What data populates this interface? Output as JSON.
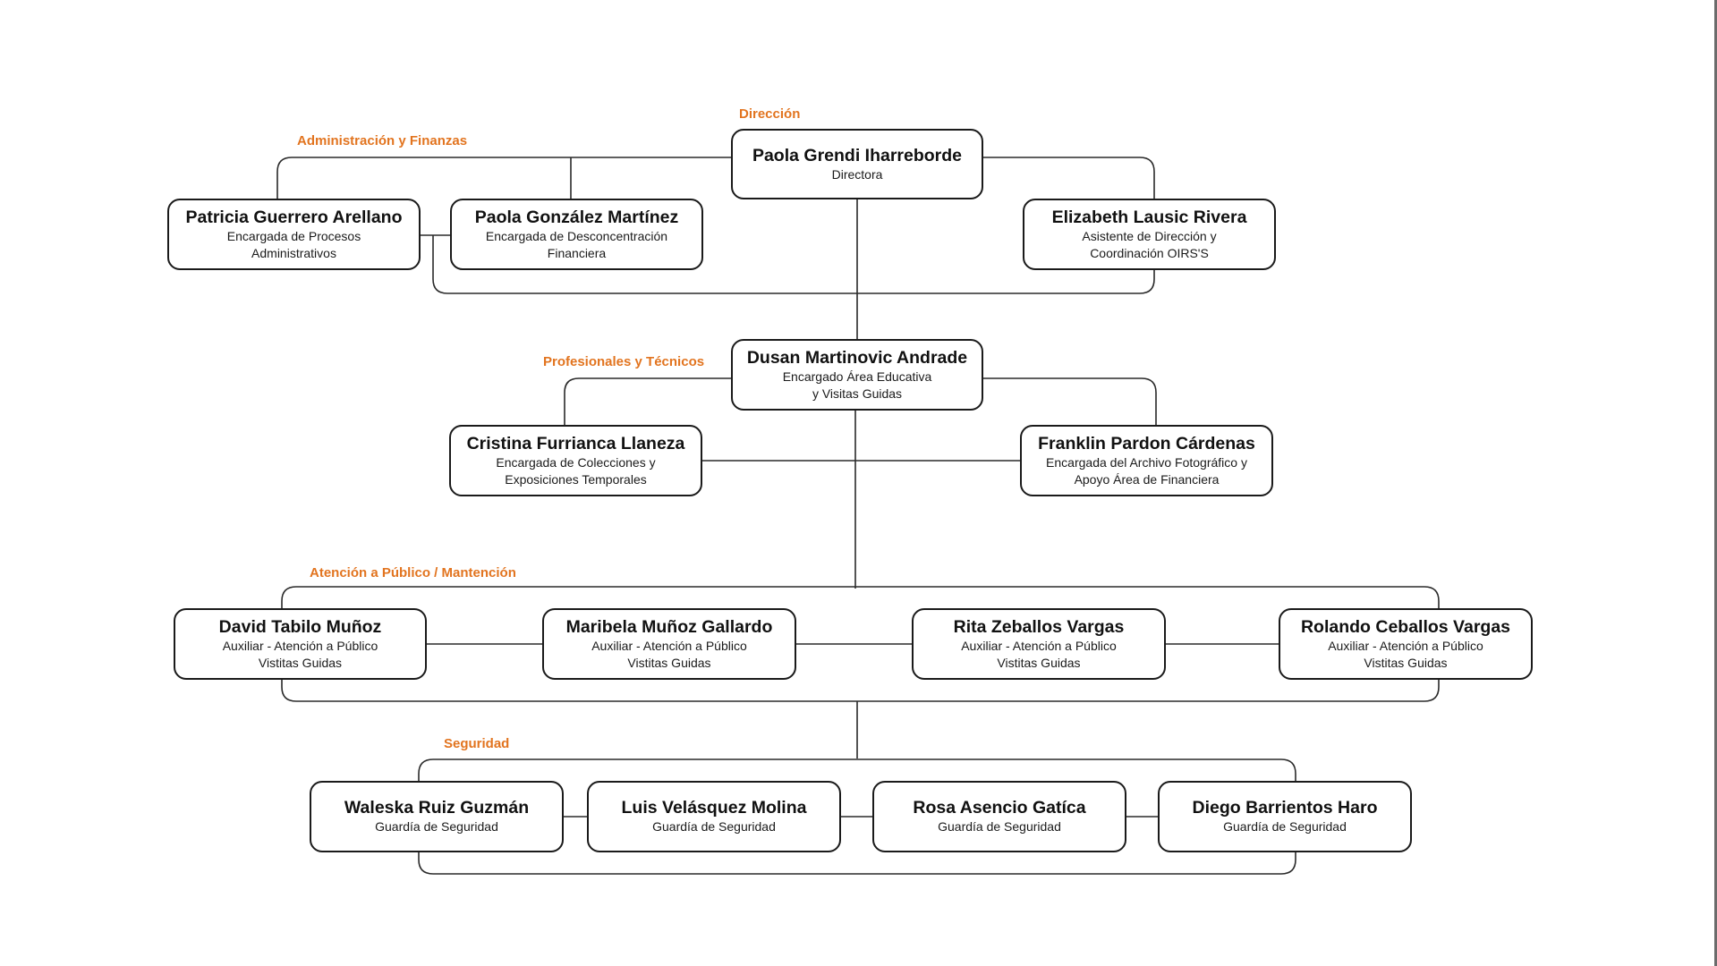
{
  "colors": {
    "section_label": "#e2741f",
    "card_border": "#1a1a1a",
    "connector": "#2a2a2a"
  },
  "sections": {
    "direccion": "Dirección",
    "administracion": "Administración y Finanzas",
    "profesionales": "Profesionales y Técnicos",
    "atencion": "Atención a Público / Mantención",
    "seguridad": "Seguridad"
  },
  "people": {
    "directora": {
      "name": "Paola Grendi Iharreborde",
      "role": "Directora"
    },
    "patricia": {
      "name": "Patricia Guerrero Arellano",
      "role": "Encargada de Procesos\nAdministrativos"
    },
    "paola_g": {
      "name": "Paola González Martínez",
      "role": "Encargada de Desconcentración\nFinanciera"
    },
    "elizabeth": {
      "name": "Elizabeth Lausic Rivera",
      "role": "Asistente de Dirección y\nCoordinación OIRS'S"
    },
    "dusan": {
      "name": "Dusan Martinovic Andrade",
      "role": "Encargado Área Educativa\ny Visitas Guidas"
    },
    "cristina": {
      "name": "Cristina Furrianca Llaneza",
      "role": "Encargada de Colecciones y\nExposiciones Temporales"
    },
    "franklin": {
      "name": "Franklin Pardon Cárdenas",
      "role": "Encargada del Archivo Fotográfico y\nApoyo Área de Financiera"
    },
    "david": {
      "name": "David Tabilo Muñoz",
      "role": "Auxiliar - Atención a Público\nVistitas Guidas"
    },
    "maribela": {
      "name": "Maribela Muñoz Gallardo",
      "role": "Auxiliar - Atención a Público\nVistitas Guidas"
    },
    "rita": {
      "name": "Rita Zeballos Vargas",
      "role": "Auxiliar - Atención a Público\nVistitas Guidas"
    },
    "rolando": {
      "name": "Rolando Ceballos Vargas",
      "role": "Auxiliar - Atención a Público\nVistitas Guidas"
    },
    "waleska": {
      "name": "Waleska Ruiz Guzmán",
      "role": "Guardía de Seguridad"
    },
    "luis": {
      "name": "Luis Velásquez Molina",
      "role": "Guardía de Seguridad"
    },
    "rosa": {
      "name": "Rosa Asencio Gatíca",
      "role": "Guardía de Seguridad"
    },
    "diego": {
      "name": "Diego Barrientos Haro",
      "role": "Guardía de Seguridad"
    }
  }
}
